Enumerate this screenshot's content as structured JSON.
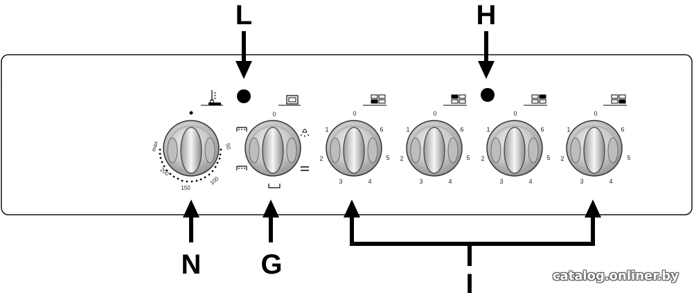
{
  "callouts": {
    "L": "L",
    "H": "H",
    "N": "N",
    "G": "G",
    "I": "I"
  },
  "oven_temp_dial": {
    "max": "max",
    "t200": "200",
    "t150": "150",
    "t100": "100",
    "t50": "50"
  },
  "oven_function_dial": {
    "zero": "0"
  },
  "hob_dials": [
    {
      "zero": "0",
      "s1": "1",
      "s2": "2",
      "s3": "3",
      "s4": "4",
      "s5": "5",
      "s6": "6"
    },
    {
      "zero": "0",
      "s1": "1",
      "s2": "2",
      "s3": "3",
      "s4": "4",
      "s5": "5",
      "s6": "6"
    },
    {
      "zero": "0",
      "s1": "1",
      "s2": "2",
      "s3": "3",
      "s4": "4",
      "s5": "5",
      "s6": "6"
    },
    {
      "zero": "0",
      "s1": "1",
      "s2": "2",
      "s3": "3",
      "s4": "4",
      "s5": "5",
      "s6": "6"
    }
  ],
  "watermark": "catalog.onliner.by"
}
